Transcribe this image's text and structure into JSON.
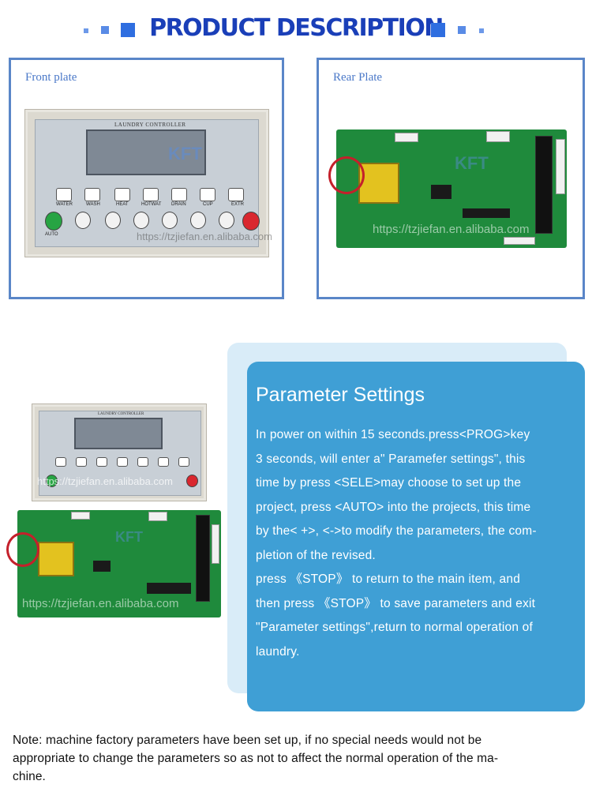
{
  "header": {
    "title": "PRODUCT DESCRIPTION"
  },
  "front": {
    "label": "Front plate",
    "panel_title": "LAUNDRY CONTROLLER",
    "keys": [
      "WATER",
      "WASH",
      "HEAT",
      "HOTWAT",
      "DRAIN",
      "CUP",
      "EXTR"
    ],
    "auto_label": "AUTO",
    "watermark": "https://tzjiefan.en.alibaba.com",
    "logo": "KFT"
  },
  "rear": {
    "label": "Rear Plate",
    "watermark": "https://tzjiefan.en.alibaba.com",
    "logo": "KFT"
  },
  "combo": {
    "panel_title": "LAUNDRY CONTROLLER",
    "watermark_top": "https://tzjiefan.en.alibaba.com",
    "watermark_bottom": "https://tzjiefan.en.alibaba.com",
    "logo": "KFT"
  },
  "settings": {
    "title": "Parameter Settings",
    "lines": [
      "In power on within 15 seconds.press<PROG>key",
      "3 seconds, will enter a\" Paramefer settings\", this",
      "time by press <SELE>may choose to set up the",
      "project, press <AUTO> into the projects, this time",
      "by the< +>, <->to modify the parameters, the com-",
      "pletion of the revised.",
      "press 《STOP》 to return to the main item, and",
      "then press 《STOP》 to save parameters and exit",
      "\"Parameter settings\",return to normal operation of",
      "laundry."
    ]
  },
  "note": {
    "lines": [
      "Note: machine factory parameters have been set up, if no special needs would not be",
      "appropriate to change the parameters so as not to affect the normal operation of the ma-",
      "chine."
    ]
  },
  "colors": {
    "title": "#1a3fb8",
    "frame": "#5a86c8",
    "card": "#3f9fd5",
    "card_bg": "#d9ecf8",
    "pcb": "#1f8a3c"
  }
}
